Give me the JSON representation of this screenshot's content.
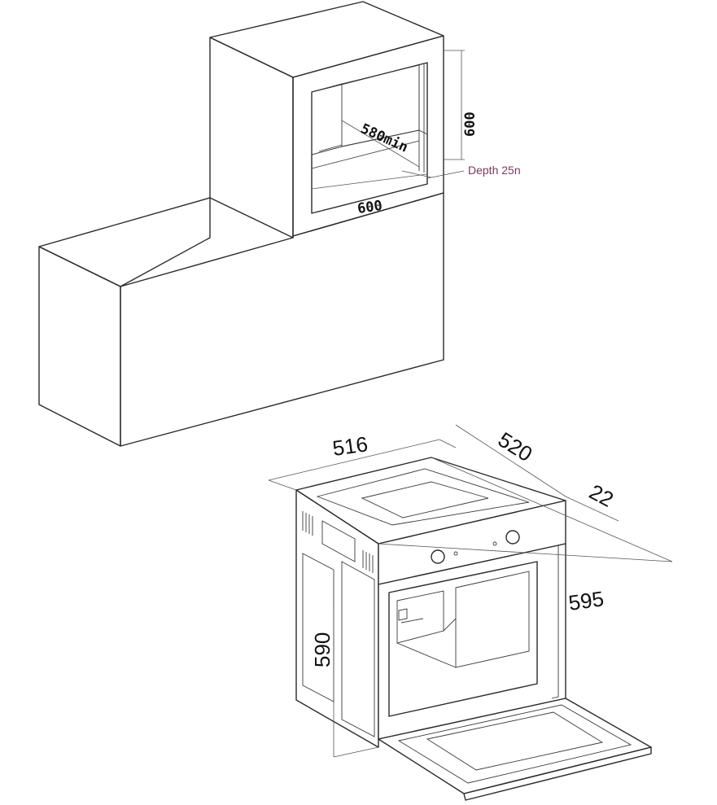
{
  "cabinet": {
    "niche_depth_label": "580min",
    "niche_height_label": "600",
    "niche_width_label": "600",
    "depth_note": "Depth 25n"
  },
  "oven": {
    "width_label": "516",
    "depth_label": "520",
    "panel_depth_label": "22",
    "front_width_label": "595",
    "height_label": "590"
  }
}
